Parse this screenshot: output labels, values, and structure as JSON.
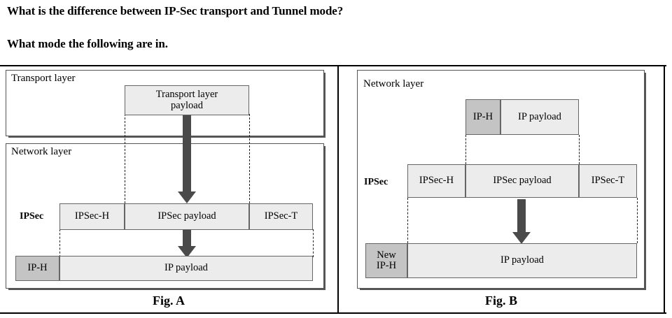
{
  "questions": [
    "What is the difference between IP-Sec transport and Tunnel mode?",
    "What mode the following are in."
  ],
  "colors": {
    "page_background": "#ffffff",
    "text": "#000000",
    "cell_fill_light": "#ececec",
    "cell_fill_dark": "#c4c4c4",
    "cell_border": "#666666",
    "box_border": "#555555",
    "arrow": "#4a4a4a",
    "table_border": "#000000"
  },
  "figures": [
    {
      "id": "fig-a",
      "caption": "Fig. A",
      "layers": [
        {
          "title": "Transport layer"
        },
        {
          "title": "Network layer"
        }
      ],
      "transport_payload": "Transport layer\npayload",
      "ipsec_label": "IPSec",
      "ipsec_row": [
        {
          "label": "IPSec-H",
          "shade": "light"
        },
        {
          "label": "IPSec payload",
          "shade": "light"
        },
        {
          "label": "IPSec-T",
          "shade": "light"
        }
      ],
      "ip_row": [
        {
          "label": "IP-H",
          "shade": "dark"
        },
        {
          "label": "IP payload",
          "shade": "light"
        }
      ]
    },
    {
      "id": "fig-b",
      "caption": "Fig. B",
      "layers": [
        {
          "title": "Network layer"
        }
      ],
      "ip_packet_row": [
        {
          "label": "IP-H",
          "shade": "dark"
        },
        {
          "label": "IP payload",
          "shade": "light"
        }
      ],
      "ipsec_label": "IPSec",
      "ipsec_row": [
        {
          "label": "IPSec-H",
          "shade": "light"
        },
        {
          "label": "IPSec payload",
          "shade": "light"
        },
        {
          "label": "IPSec-T",
          "shade": "light"
        }
      ],
      "new_ip_row": [
        {
          "label": "New\nIP-H",
          "shade": "dark"
        },
        {
          "label": "IP payload",
          "shade": "light"
        }
      ]
    }
  ]
}
